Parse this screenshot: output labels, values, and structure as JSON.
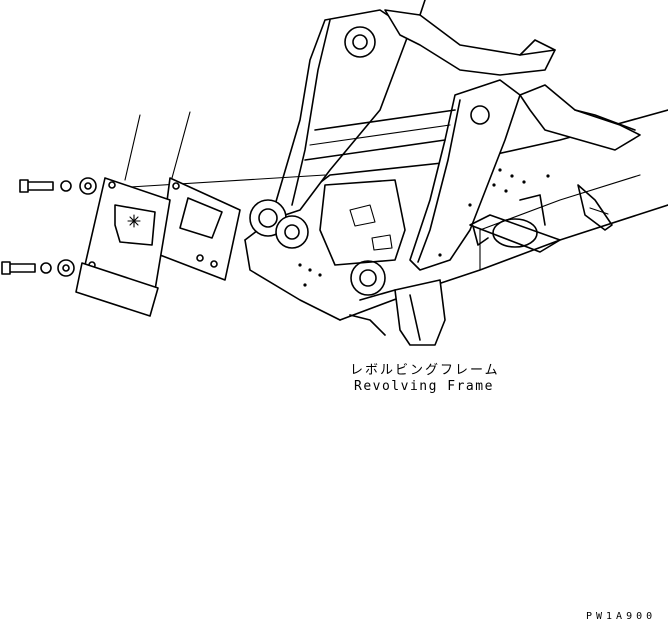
{
  "part_label": {
    "japanese": "レボルビングフレーム",
    "english": "Revolving Frame"
  },
  "drawing_code": "PW1A900"
}
